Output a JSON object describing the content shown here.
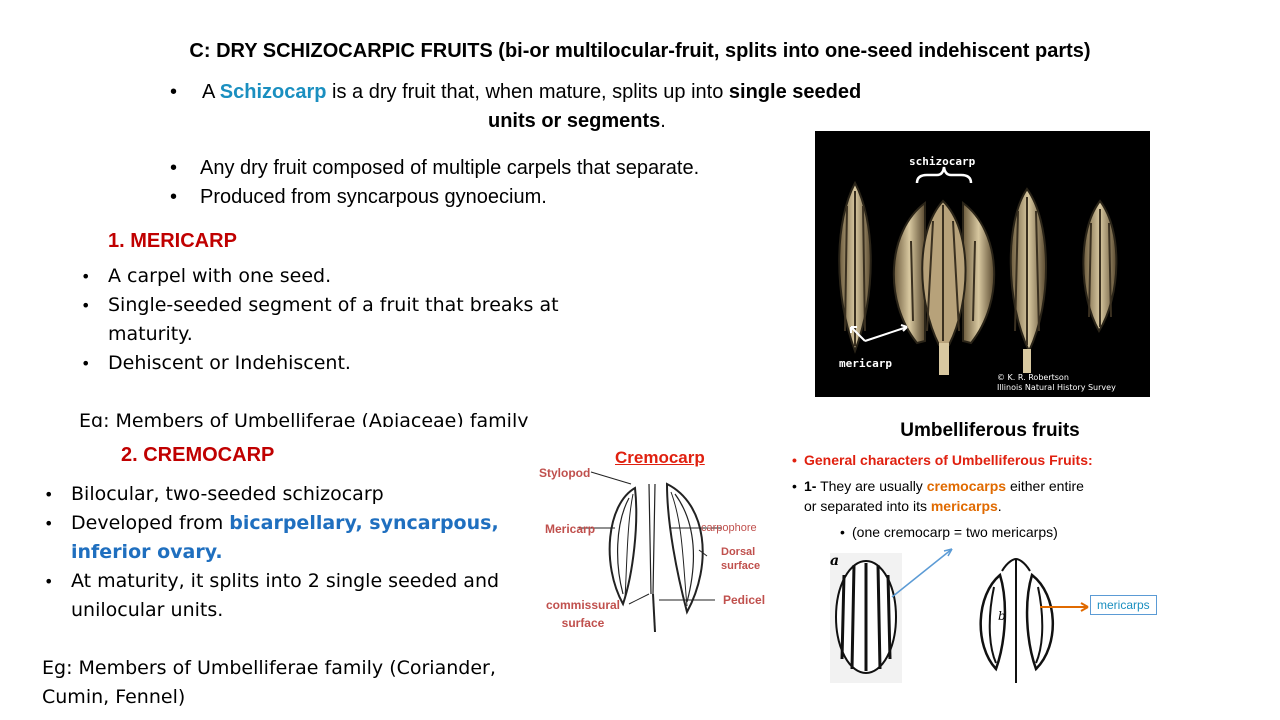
{
  "title": "C: DRY SCHIZOCARPIC FRUITS (bi-or multilocular-fruit, splits into one-seed indehiscent parts)",
  "intro": {
    "bullet1": {
      "pre": "A ",
      "term": "Schizocarp",
      "mid": " is a dry fruit that, when mature, splits up into ",
      "bold1": "single seeded",
      "bold2": "units or segments",
      "end": "."
    },
    "bullet2": "Any dry fruit composed of multiple carpels that separate.",
    "bullet3": "Produced from syncarpous gynoecium."
  },
  "mericarp": {
    "heading": "1.  MERICARP",
    "items": [
      "A carpel with one seed.",
      "Single-seeded segment of a fruit that breaks at",
      "maturity.",
      "Dehiscent or Indehiscent."
    ],
    "example": "Eg: Members of Umbelliferae (Apiaceae) family"
  },
  "cremocarp": {
    "heading": "2. CREMOCARP",
    "item1": "Bilocular, two-seeded schizocarp",
    "item2_pre": "Developed from ",
    "item2_blue1": "bicarpellary, syncarpous,",
    "item2_blue2": "inferior ovary.",
    "item3a": "At maturity, it splits into 2 single seeded and",
    "item3b": "unilocular units.",
    "example1": "Eg: Members of Umbelliferae family (Coriander,",
    "example2": "Cumin, Fennel)"
  },
  "photo": {
    "label_top": "schizocarp",
    "label_bottom": "mericarp",
    "credit1": "© K. R. Robertson",
    "credit2": "Illinois Natural History Survey"
  },
  "diagram": {
    "title": "Cremocarp",
    "labels": {
      "stylopod": "Stylopod",
      "mericarp": "Mericarp",
      "carpophore": "carpophore",
      "dorsal1": "Dorsal",
      "dorsal2": "surface",
      "commissural1": "commissural",
      "commissural2": "surface",
      "pedicel": "Pedicel"
    }
  },
  "umbel": {
    "title": "Umbelliferous fruits",
    "line1": "General characters of Umbelliferous Fruits:",
    "line2_num": "1-",
    "line2_pre": " They are usually ",
    "line2_term": "cremocarps",
    "line2_post": " either entire",
    "line3_pre": "or separated into its ",
    "line3_term": "mericarps",
    "line3_end": ".",
    "line4": "(one cremocarp = two mericarps)",
    "callout": "mericarps",
    "fig_a": "a",
    "fig_b": "b"
  },
  "colors": {
    "heading_red": "#c00000",
    "term_blue": "#1a8fc0",
    "ovary_blue": "#1f6fbf",
    "umbel_red": "#e0200f",
    "umbel_orange": "#e06a00",
    "arrow_blue": "#5b9bd5"
  }
}
